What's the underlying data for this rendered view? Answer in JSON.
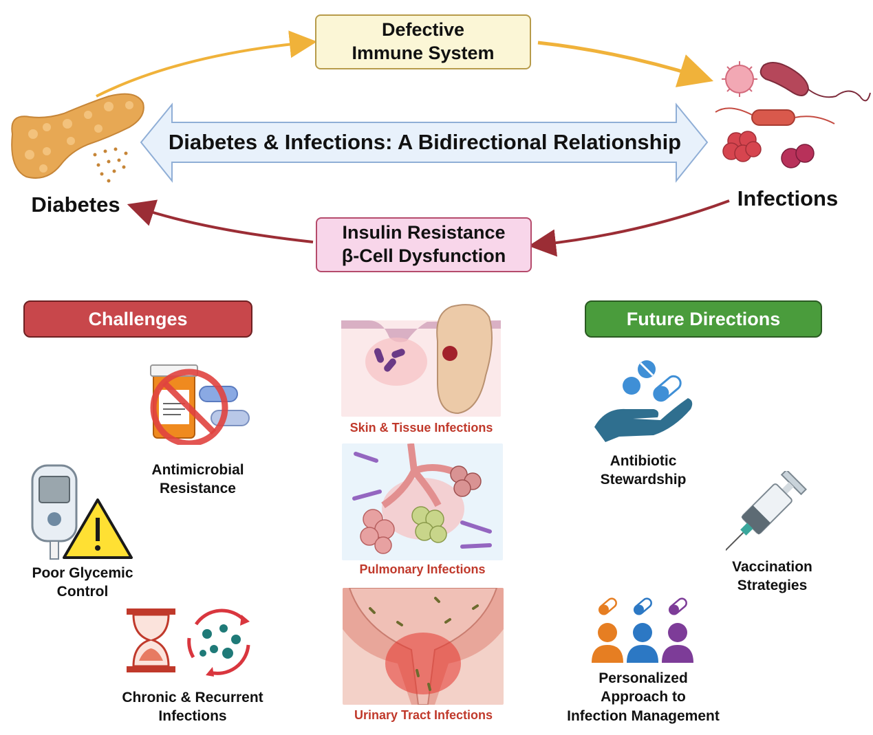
{
  "top": {
    "box_immune": [
      "Defective",
      "Immune System"
    ],
    "box_insulin": [
      "Insulin Resistance",
      "β-Cell Dysfunction"
    ],
    "main_arrow": "Diabetes & Infections: A Bidirectional Relationship",
    "left_label": "Diabetes",
    "right_label": "Infections"
  },
  "challenges": {
    "title": "Challenges",
    "items": [
      {
        "lines": [
          "Antimicrobial",
          "Resistance"
        ]
      },
      {
        "lines": [
          "Poor Glycemic",
          "Control"
        ]
      },
      {
        "lines": [
          "Chronic & Recurrent",
          "Infections"
        ]
      }
    ]
  },
  "center": {
    "panels": [
      {
        "caption": "Skin & Tissue Infections"
      },
      {
        "caption": "Pulmonary Infections"
      },
      {
        "caption": "Urinary Tract Infections"
      }
    ]
  },
  "future": {
    "title": "Future Directions",
    "items": [
      {
        "lines": [
          "Antibiotic",
          "Stewardship"
        ]
      },
      {
        "lines": [
          "Vaccination",
          "Strategies"
        ]
      },
      {
        "lines": [
          "Personalized",
          "Approach to",
          "Infection Management"
        ]
      }
    ]
  },
  "colors": {
    "challenges": "#c8474b",
    "future": "#4a9c3c",
    "immune_arrow": "#f0b23a",
    "insulin_arrow": "#9b2d35",
    "main_arrow_fill": "#e8f1fb"
  },
  "icons": [
    "pancreas-icon",
    "bacteria-icon",
    "virus-icon",
    "no-pills-icon",
    "glucometer-icon",
    "warning-icon",
    "hourglass-icon",
    "recurrent-cycle-icon",
    "hand-pills-icon",
    "syringe-icon",
    "people-icon"
  ]
}
